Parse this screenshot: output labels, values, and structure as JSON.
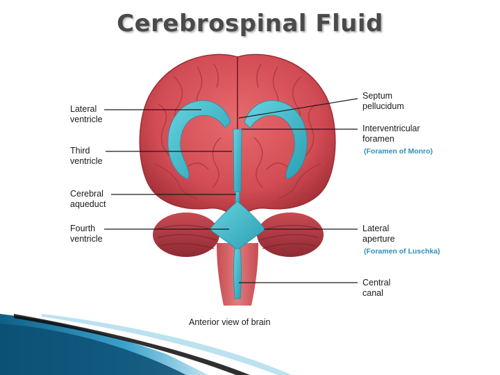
{
  "slide": {
    "title": "Cerebrospinal Fluid",
    "caption": "Anterior view of brain"
  },
  "labels": {
    "lateral_ventricle": "Lateral\nventricle",
    "third_ventricle": "Third\nventricle",
    "cerebral_aqueduct": "Cerebral\naqueduct",
    "fourth_ventricle": "Fourth\nventricle",
    "septum_pellucidum": "Septum\npellucidum",
    "interventricular_foramen": "Interventricular\nforamen",
    "foramen_of_monro": "(Foramen of Monro)",
    "lateral_aperture": "Lateral\naperture",
    "foramen_of_luschka": "(Foramen of Luschka)",
    "central_canal": "Central\ncanal"
  },
  "colors": {
    "brain": "#d9545a",
    "brain_dark": "#b8363d",
    "ventricle": "#3fb6c8",
    "annotation_blue": "#2e8fb8",
    "accent_swoosh": "#1f6f9a"
  }
}
